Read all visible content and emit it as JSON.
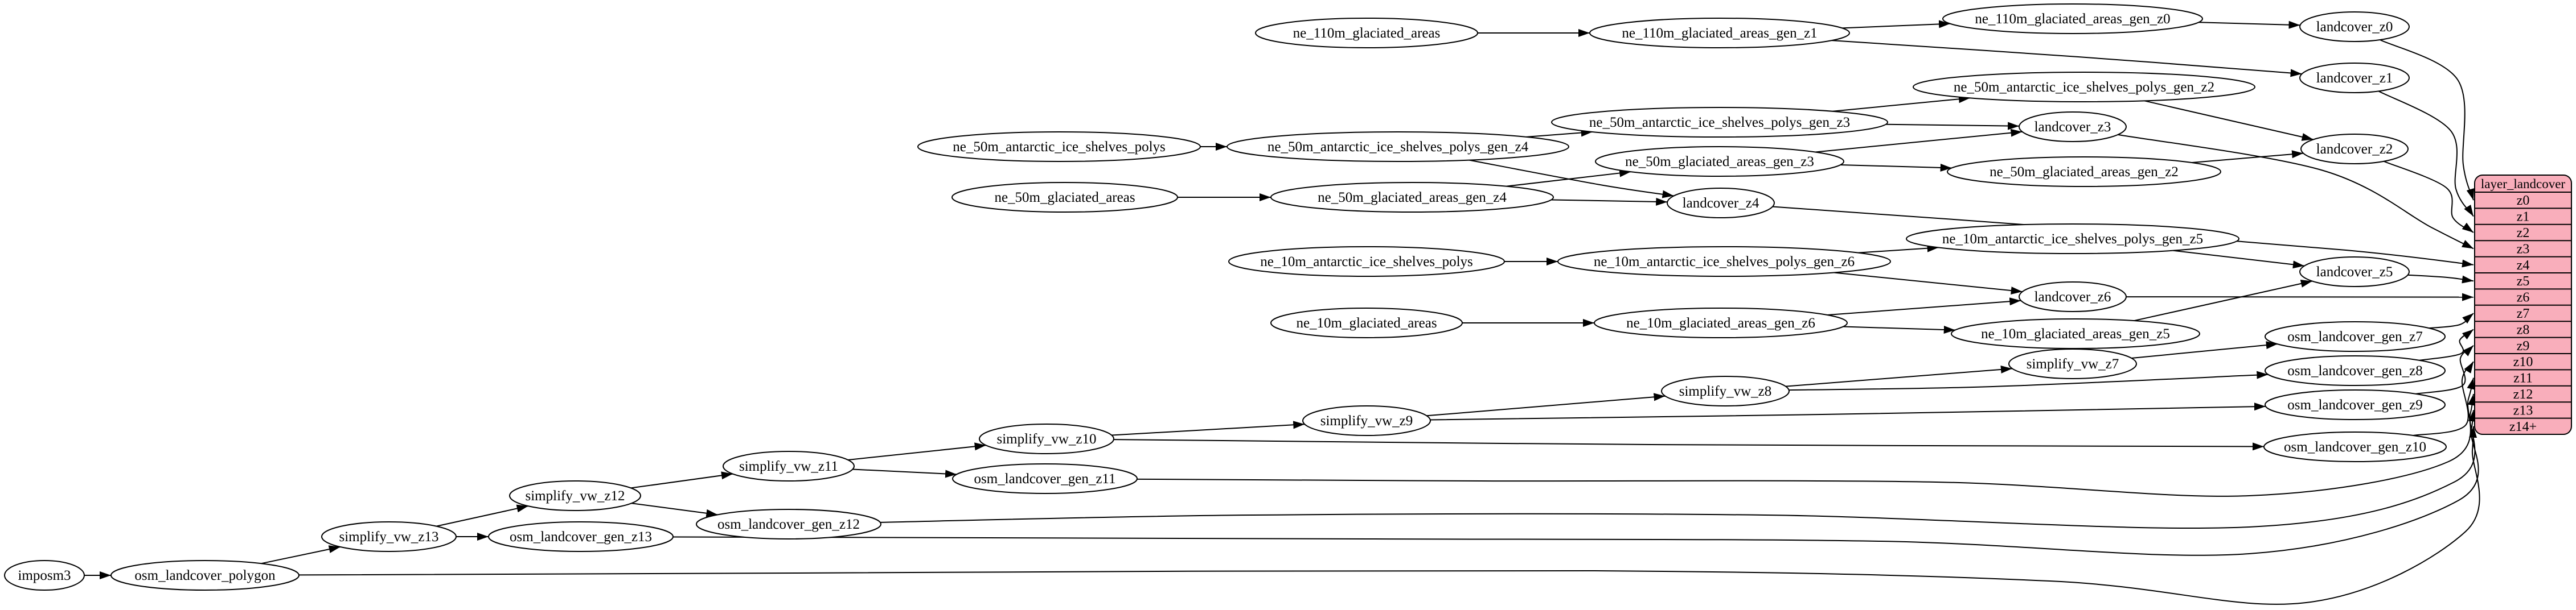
{
  "graph": {
    "nodes": [
      "imposm3",
      "osm_landcover_polygon",
      "simplify_vw_z13",
      "osm_landcover_gen_z13",
      "simplify_vw_z12",
      "osm_landcover_gen_z12",
      "simplify_vw_z11",
      "osm_landcover_gen_z11",
      "simplify_vw_z10",
      "simplify_vw_z9",
      "simplify_vw_z8",
      "simplify_vw_z7",
      "osm_landcover_gen_z7",
      "osm_landcover_gen_z8",
      "osm_landcover_gen_z9",
      "osm_landcover_gen_z10",
      "ne_110m_glaciated_areas",
      "ne_110m_glaciated_areas_gen_z1",
      "ne_110m_glaciated_areas_gen_z0",
      "landcover_z0",
      "landcover_z1",
      "ne_50m_antarctic_ice_shelves_polys",
      "ne_50m_antarctic_ice_shelves_polys_gen_z4",
      "ne_50m_antarctic_ice_shelves_polys_gen_z3",
      "ne_50m_antarctic_ice_shelves_polys_gen_z2",
      "landcover_z2",
      "landcover_z3",
      "ne_50m_glaciated_areas",
      "ne_50m_glaciated_areas_gen_z4",
      "ne_50m_glaciated_areas_gen_z3",
      "ne_50m_glaciated_areas_gen_z2",
      "landcover_z4",
      "ne_10m_antarctic_ice_shelves_polys",
      "ne_10m_antarctic_ice_shelves_polys_gen_z6",
      "ne_10m_antarctic_ice_shelves_polys_gen_z5",
      "landcover_z5",
      "landcover_z6",
      "ne_10m_glaciated_areas",
      "ne_10m_glaciated_areas_gen_z6",
      "ne_10m_glaciated_areas_gen_z5"
    ],
    "edges": [
      [
        "ne_110m_glaciated_areas",
        "ne_110m_glaciated_areas_gen_z1"
      ],
      [
        "ne_110m_glaciated_areas_gen_z1",
        "ne_110m_glaciated_areas_gen_z0"
      ],
      [
        "ne_110m_glaciated_areas_gen_z1",
        "landcover_z1"
      ],
      [
        "ne_110m_glaciated_areas_gen_z0",
        "landcover_z0"
      ],
      [
        "landcover_z0",
        "table:z0"
      ],
      [
        "landcover_z1",
        "table:z1"
      ],
      [
        "ne_50m_antarctic_ice_shelves_polys",
        "ne_50m_antarctic_ice_shelves_polys_gen_z4"
      ],
      [
        "ne_50m_antarctic_ice_shelves_polys_gen_z4",
        "ne_50m_antarctic_ice_shelves_polys_gen_z3"
      ],
      [
        "ne_50m_antarctic_ice_shelves_polys_gen_z4",
        "landcover_z4"
      ],
      [
        "ne_50m_antarctic_ice_shelves_polys_gen_z3",
        "ne_50m_antarctic_ice_shelves_polys_gen_z2"
      ],
      [
        "ne_50m_antarctic_ice_shelves_polys_gen_z3",
        "landcover_z3"
      ],
      [
        "ne_50m_antarctic_ice_shelves_polys_gen_z2",
        "landcover_z2"
      ],
      [
        "ne_50m_glaciated_areas",
        "ne_50m_glaciated_areas_gen_z4"
      ],
      [
        "ne_50m_glaciated_areas_gen_z4",
        "ne_50m_glaciated_areas_gen_z3"
      ],
      [
        "ne_50m_glaciated_areas_gen_z4",
        "landcover_z4"
      ],
      [
        "ne_50m_glaciated_areas_gen_z3",
        "ne_50m_glaciated_areas_gen_z2"
      ],
      [
        "ne_50m_glaciated_areas_gen_z3",
        "landcover_z3"
      ],
      [
        "ne_50m_glaciated_areas_gen_z2",
        "landcover_z2"
      ],
      [
        "landcover_z2",
        "table:z2"
      ],
      [
        "landcover_z3",
        "table:z3"
      ],
      [
        "landcover_z4",
        "table:z4"
      ],
      [
        "ne_10m_antarctic_ice_shelves_polys",
        "ne_10m_antarctic_ice_shelves_polys_gen_z6"
      ],
      [
        "ne_10m_antarctic_ice_shelves_polys_gen_z6",
        "ne_10m_antarctic_ice_shelves_polys_gen_z5"
      ],
      [
        "ne_10m_antarctic_ice_shelves_polys_gen_z6",
        "landcover_z6"
      ],
      [
        "ne_10m_antarctic_ice_shelves_polys_gen_z5",
        "landcover_z5"
      ],
      [
        "ne_10m_glaciated_areas",
        "ne_10m_glaciated_areas_gen_z6"
      ],
      [
        "ne_10m_glaciated_areas_gen_z6",
        "ne_10m_glaciated_areas_gen_z5"
      ],
      [
        "ne_10m_glaciated_areas_gen_z6",
        "landcover_z6"
      ],
      [
        "ne_10m_glaciated_areas_gen_z5",
        "landcover_z5"
      ],
      [
        "landcover_z5",
        "table:z5"
      ],
      [
        "landcover_z6",
        "table:z6"
      ],
      [
        "imposm3",
        "osm_landcover_polygon"
      ],
      [
        "osm_landcover_polygon",
        "simplify_vw_z13"
      ],
      [
        "osm_landcover_polygon",
        "table:z14+"
      ],
      [
        "simplify_vw_z13",
        "simplify_vw_z12"
      ],
      [
        "simplify_vw_z13",
        "osm_landcover_gen_z13"
      ],
      [
        "simplify_vw_z12",
        "simplify_vw_z11"
      ],
      [
        "simplify_vw_z12",
        "osm_landcover_gen_z12"
      ],
      [
        "simplify_vw_z11",
        "simplify_vw_z10"
      ],
      [
        "simplify_vw_z11",
        "osm_landcover_gen_z11"
      ],
      [
        "simplify_vw_z10",
        "simplify_vw_z9"
      ],
      [
        "simplify_vw_z10",
        "osm_landcover_gen_z10"
      ],
      [
        "simplify_vw_z9",
        "simplify_vw_z8"
      ],
      [
        "simplify_vw_z9",
        "osm_landcover_gen_z9"
      ],
      [
        "simplify_vw_z8",
        "simplify_vw_z7"
      ],
      [
        "simplify_vw_z8",
        "osm_landcover_gen_z8"
      ],
      [
        "simplify_vw_z7",
        "osm_landcover_gen_z7"
      ],
      [
        "osm_landcover_gen_z7",
        "table:z7"
      ],
      [
        "osm_landcover_gen_z8",
        "table:z8"
      ],
      [
        "osm_landcover_gen_z9",
        "table:z9"
      ],
      [
        "osm_landcover_gen_z10",
        "table:z10"
      ],
      [
        "osm_landcover_gen_z11",
        "table:z11"
      ],
      [
        "osm_landcover_gen_z12",
        "table:z12"
      ],
      [
        "osm_landcover_gen_z13",
        "table:z13"
      ]
    ]
  },
  "table": {
    "title": "layer_landcover",
    "rows": [
      "z0",
      "z1",
      "z2",
      "z3",
      "z4",
      "z5",
      "z6",
      "z7",
      "z8",
      "z9",
      "z10",
      "z11",
      "z12",
      "z13",
      "z14+"
    ],
    "fill": "#f9aebb"
  },
  "colors": {
    "background": "#ffffff",
    "node_fill": "#ffffff",
    "node_stroke": "#000000",
    "edge": "#000000",
    "table_stroke": "#000000"
  }
}
